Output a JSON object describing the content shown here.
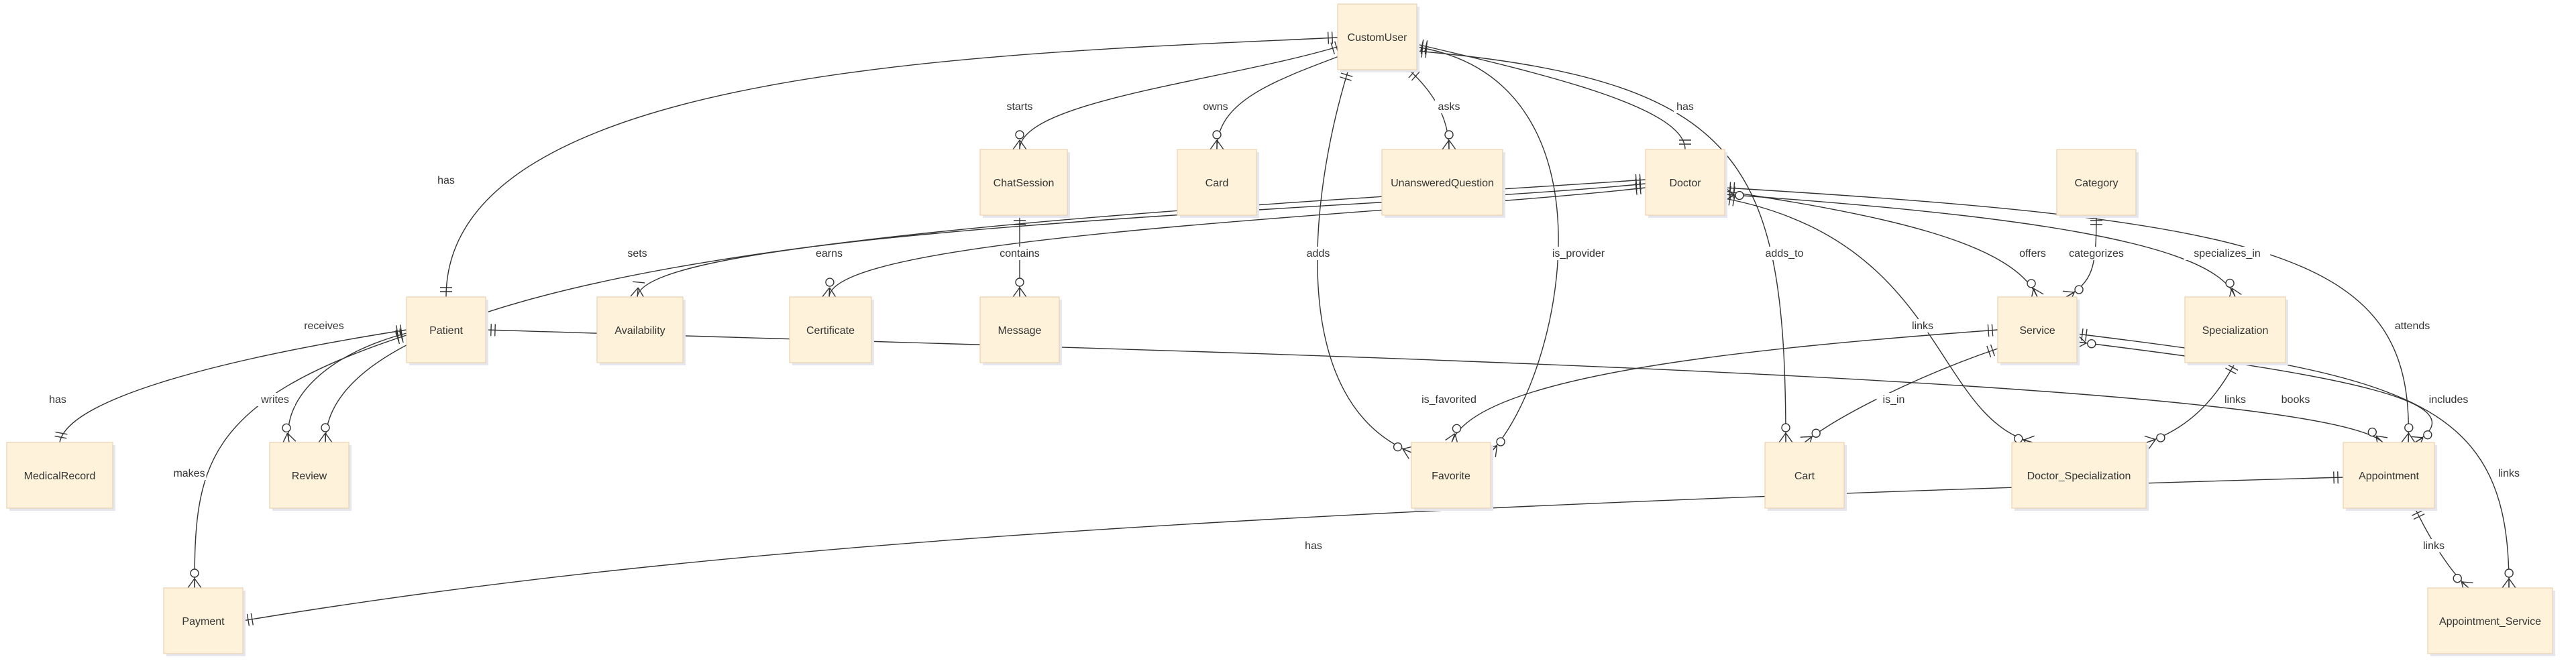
{
  "entities": [
    {
      "id": "CustomUser",
      "label": "CustomUser"
    },
    {
      "id": "ChatSession",
      "label": "ChatSession"
    },
    {
      "id": "Card",
      "label": "Card"
    },
    {
      "id": "UnansweredQuestion",
      "label": "UnansweredQuestion"
    },
    {
      "id": "Doctor",
      "label": "Doctor"
    },
    {
      "id": "Category",
      "label": "Category"
    },
    {
      "id": "Patient",
      "label": "Patient"
    },
    {
      "id": "Availability",
      "label": "Availability"
    },
    {
      "id": "Certificate",
      "label": "Certificate"
    },
    {
      "id": "Message",
      "label": "Message"
    },
    {
      "id": "Service",
      "label": "Service"
    },
    {
      "id": "Specialization",
      "label": "Specialization"
    },
    {
      "id": "MedicalRecord",
      "label": "MedicalRecord"
    },
    {
      "id": "Review",
      "label": "Review"
    },
    {
      "id": "Favorite",
      "label": "Favorite"
    },
    {
      "id": "Cart",
      "label": "Cart"
    },
    {
      "id": "Doctor_Specialization",
      "label": "Doctor_Specialization"
    },
    {
      "id": "Appointment",
      "label": "Appointment"
    },
    {
      "id": "Payment",
      "label": "Payment"
    },
    {
      "id": "Appointment_Service",
      "label": "Appointment_Service"
    }
  ],
  "relationships": [
    {
      "from": "CustomUser",
      "to": "Patient",
      "label": "has",
      "from_card": "one",
      "to_card": "one"
    },
    {
      "from": "CustomUser",
      "to": "ChatSession",
      "label": "starts",
      "from_card": "one",
      "to_card": "zero-many"
    },
    {
      "from": "CustomUser",
      "to": "Card",
      "label": "owns",
      "from_card": "one",
      "to_card": "zero-many"
    },
    {
      "from": "CustomUser",
      "to": "UnansweredQuestion",
      "label": "asks",
      "from_card": "one",
      "to_card": "zero-many"
    },
    {
      "from": "CustomUser",
      "to": "Doctor",
      "label": "has",
      "from_card": "one",
      "to_card": "one"
    },
    {
      "from": "CustomUser",
      "to": "Favorite",
      "label": "adds",
      "from_card": "one",
      "to_card": "zero-many"
    },
    {
      "from": "CustomUser",
      "to": "Favorite",
      "label": "is_provider",
      "from_card": "one",
      "to_card": "zero-many"
    },
    {
      "from": "CustomUser",
      "to": "Cart",
      "label": "adds_to",
      "from_card": "one",
      "to_card": "zero-many"
    },
    {
      "from": "Doctor",
      "to": "Review",
      "label": "receives",
      "from_card": "one",
      "to_card": "zero-many"
    },
    {
      "from": "Doctor",
      "to": "Availability",
      "label": "sets",
      "from_card": "one",
      "to_card": "many"
    },
    {
      "from": "Doctor",
      "to": "Certificate",
      "label": "earns",
      "from_card": "one",
      "to_card": "zero-many"
    },
    {
      "from": "ChatSession",
      "to": "Message",
      "label": "contains",
      "from_card": "one",
      "to_card": "zero-many"
    },
    {
      "from": "Doctor",
      "to": "Service",
      "label": "offers",
      "from_card": "one",
      "to_card": "zero-many"
    },
    {
      "from": "Category",
      "to": "Service",
      "label": "categorizes",
      "from_card": "one",
      "to_card": "zero-many"
    },
    {
      "from": "Doctor",
      "to": "Specialization",
      "label": "specializes_in",
      "from_card": "zero-many",
      "to_card": "zero-many"
    },
    {
      "from": "Doctor",
      "to": "Appointment",
      "label": "attends",
      "from_card": "one",
      "to_card": "zero-many"
    },
    {
      "from": "Doctor",
      "to": "Doctor_Specialization",
      "label": "links",
      "from_card": "one",
      "to_card": "zero-many"
    },
    {
      "from": "Service",
      "to": "Favorite",
      "label": "is_favorited",
      "from_card": "one",
      "to_card": "zero-many"
    },
    {
      "from": "Service",
      "to": "Cart",
      "label": "is_in",
      "from_card": "one",
      "to_card": "zero-many"
    },
    {
      "from": "Specialization",
      "to": "Doctor_Specialization",
      "label": "links",
      "from_card": "one",
      "to_card": "zero-many"
    },
    {
      "from": "Patient",
      "to": "Appointment",
      "label": "books",
      "from_card": "one",
      "to_card": "zero-many"
    },
    {
      "from": "Service",
      "to": "Appointment_Service",
      "label": "links",
      "from_card": "one",
      "to_card": "zero-many"
    },
    {
      "from": "Service",
      "to": "Appointment",
      "label": "includes",
      "from_card": "zero-many",
      "to_card": "zero-many"
    },
    {
      "from": "Patient",
      "to": "MedicalRecord",
      "label": "has",
      "from_card": "one",
      "to_card": "one"
    },
    {
      "from": "Patient",
      "to": "Review",
      "label": "writes",
      "from_card": "one",
      "to_card": "zero-many"
    },
    {
      "from": "Patient",
      "to": "Payment",
      "label": "makes",
      "from_card": "one",
      "to_card": "zero-many"
    },
    {
      "from": "Appointment",
      "to": "Payment",
      "label": "has",
      "from_card": "one",
      "to_card": "one"
    },
    {
      "from": "Appointment",
      "to": "Appointment_Service",
      "label": "links",
      "from_card": "one",
      "to_card": "zero-many"
    }
  ]
}
